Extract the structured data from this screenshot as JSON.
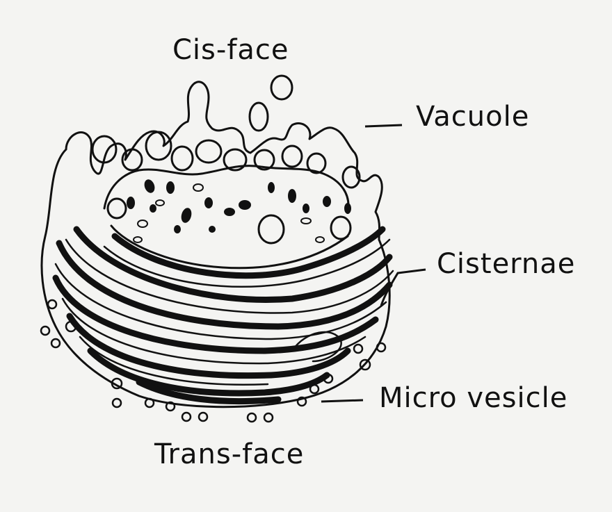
{
  "diagram": {
    "labels": {
      "cis_face": "Cis-face",
      "vacuole": "Vacuole",
      "cisternae": "Cisternae",
      "microvesicle": "Micro vesicle",
      "trans_face": "Trans-face"
    },
    "colors": {
      "ink": "#111111",
      "paper": "#f4f4f2"
    }
  }
}
